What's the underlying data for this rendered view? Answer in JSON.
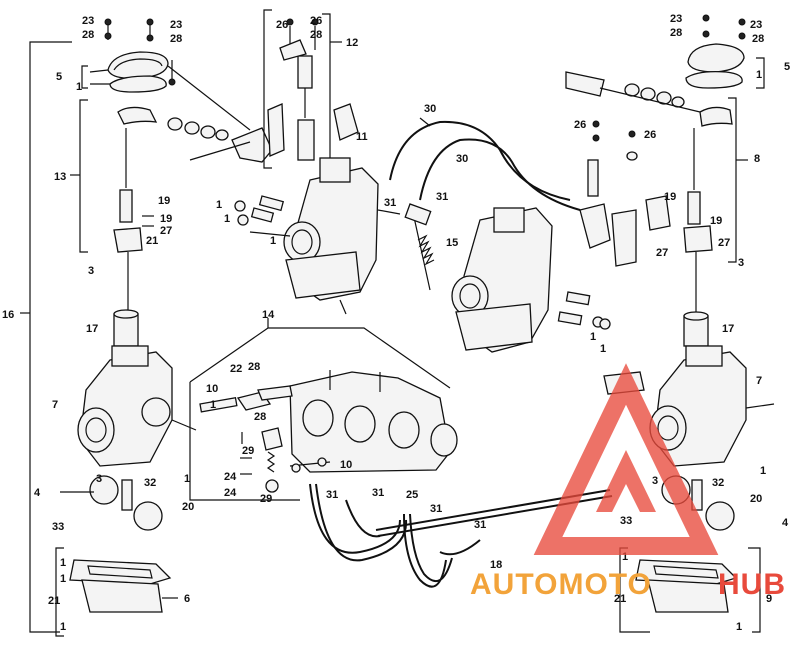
{
  "labels": [
    "1",
    "3",
    "4",
    "5",
    "6",
    "7",
    "8",
    "9",
    "10",
    "11",
    "12",
    "13",
    "14",
    "15",
    "16",
    "17",
    "18",
    "19",
    "20",
    "21",
    "22",
    "23",
    "24",
    "25",
    "26",
    "27",
    "28",
    "29",
    "30",
    "31",
    "32",
    "33"
  ],
  "watermark": {
    "brand_auto": "AUTOMOTO",
    "brand_hub": "HUB",
    "color_red": "#e84a3c",
    "color_orange": "#f2a33a"
  }
}
